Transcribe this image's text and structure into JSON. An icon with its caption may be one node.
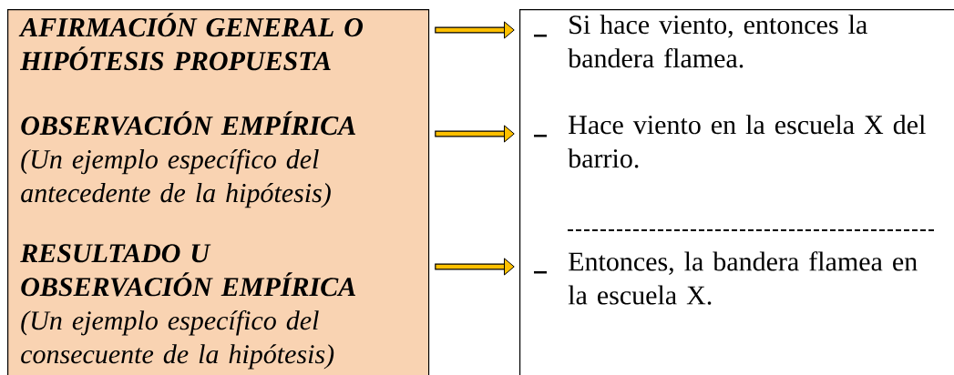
{
  "diagram": {
    "nodes": [
      {
        "text": [],
        "shape": "box"
      },
      {
        "text": [
          "AFIRMACIÓN GENERAL O HIPÓTESIS PROPUESTA"
        ],
        "in": 0
      },
      {
        "text": [
          "OBSERVACIÓN EMPÍRICA",
          "(Un ejemplo específico del antecedente de la hipótesis)"
        ],
        "in": 0
      },
      {
        "text": [
          "RESULTADO U OBSERVACIÓN EMPÍRICA",
          "(Un ejemplo específico del consecuente de la hipótesis)"
        ],
        "in": 0
      },
      {
        "text": [],
        "shape": "box"
      },
      {
        "text": [
          "Si hace viento, entonces la bandera flamea."
        ],
        "in": 4
      },
      {
        "text": [
          "Hace viento en la escuela X del barrio."
        ],
        "in": 4
      },
      {
        "text": [
          "Entonces, la bandera flamea en la escuela X."
        ],
        "in": 4
      }
    ],
    "edges": [
      {
        "from": 0,
        "to": 4,
        "arrow": "to"
      },
      {
        "from": 0,
        "to": 4,
        "arrow": "to"
      },
      {
        "from": 0,
        "to": 4,
        "arrow": "to"
      }
    ]
  }
}
